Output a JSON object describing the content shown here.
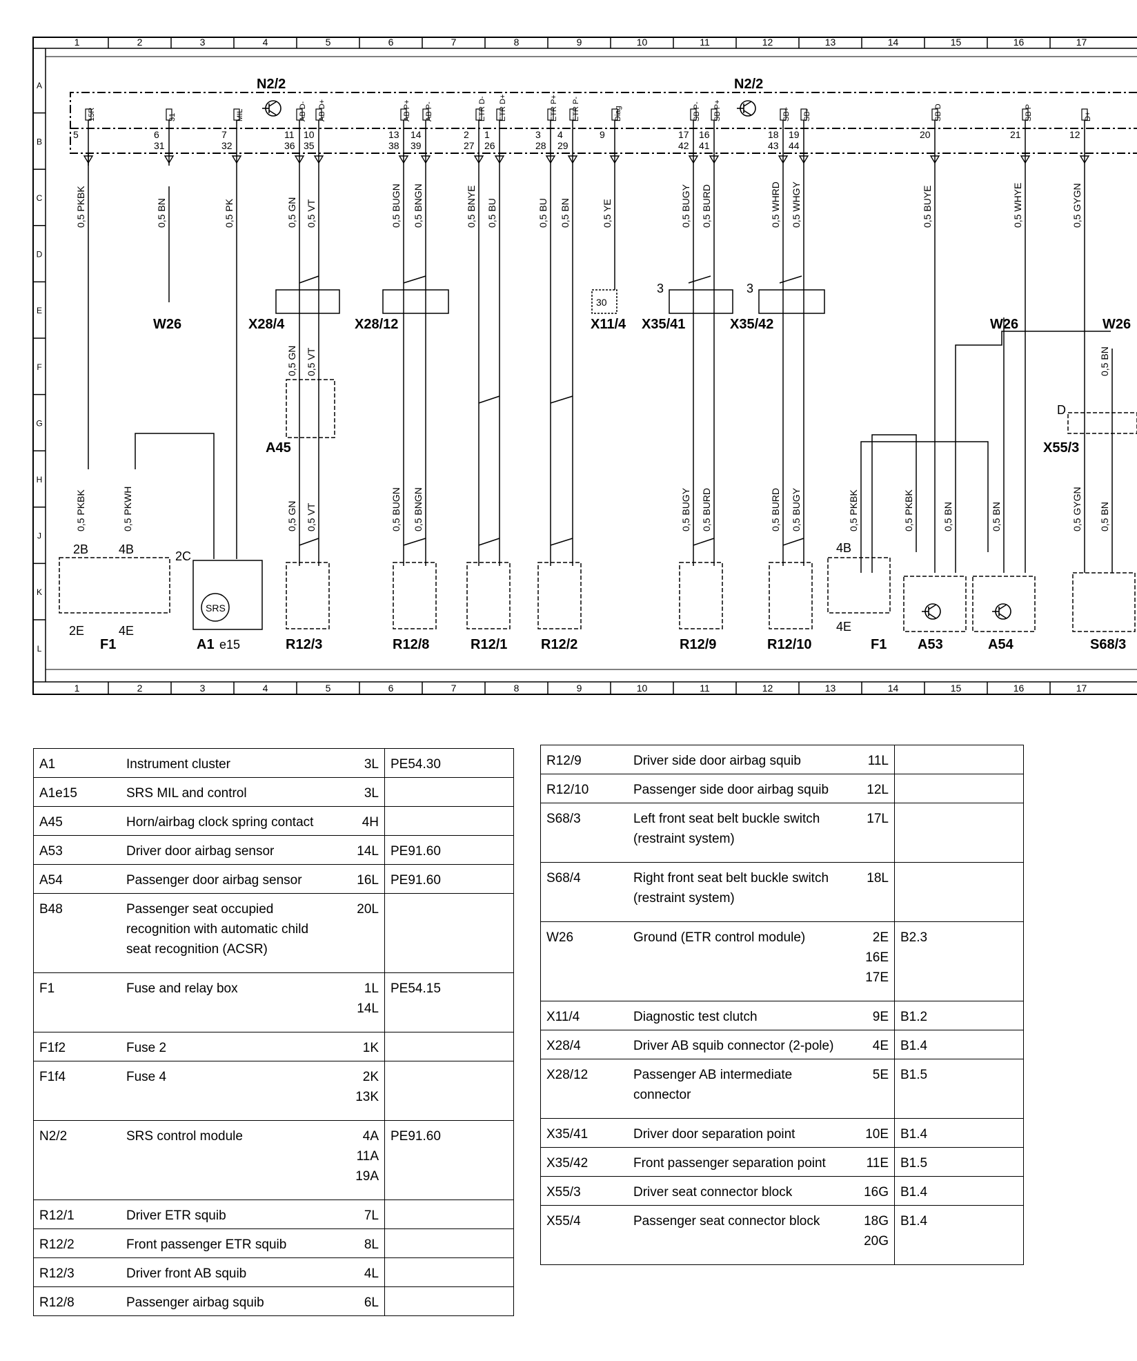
{
  "grid": {
    "columns": [
      "1",
      "2",
      "3",
      "4",
      "5",
      "6",
      "7",
      "8",
      "9",
      "10",
      "11",
      "12",
      "13",
      "14",
      "15",
      "16",
      "17"
    ],
    "rows": [
      "A",
      "B",
      "C",
      "D",
      "E",
      "F",
      "G",
      "H",
      "J",
      "K",
      "L"
    ]
  },
  "diagram": {
    "control_module_left_label": "N2/2",
    "control_module_right_label": "N2/2",
    "module_pins": [
      {
        "pin": "5",
        "label": "15R",
        "wire": "0,5 PKBK"
      },
      {
        "pin": "6",
        "sub": "31",
        "label": "31",
        "wire": "0,5 BN"
      },
      {
        "pin": "7",
        "sub": "32",
        "label": "MIL",
        "wire": "0,5 PK"
      },
      {
        "pin": "11",
        "sub": "36",
        "label": "AB D-",
        "wire": "0,5 GN"
      },
      {
        "pin": "10",
        "sub": "35",
        "label": "AB D+",
        "wire": "0,5 VT"
      },
      {
        "pin": "13",
        "sub": "38",
        "label": "AB P+",
        "wire": "0,5 BUGN"
      },
      {
        "pin": "14",
        "sub": "39",
        "label": "AB P-",
        "wire": "0,5 BNGN"
      },
      {
        "pin": "2",
        "sub": "27",
        "label": "ETR D-",
        "wire": "0,5 BNYE"
      },
      {
        "pin": "1",
        "sub": "26",
        "label": "ETR D+",
        "wire": "0,5 BU"
      },
      {
        "pin": "3",
        "sub": "28",
        "label": "ETR P+",
        "wire": "0,5 BU"
      },
      {
        "pin": "4",
        "sub": "29",
        "label": "ETR P-",
        "wire": "0,5 BN"
      },
      {
        "pin": "9",
        "label": "Diag",
        "wire": "0,5 YE"
      },
      {
        "pin": "17",
        "sub": "42",
        "label": "SB P-",
        "wire": "0,5 BUGY"
      },
      {
        "pin": "16",
        "sub": "41",
        "label": "SB P+",
        "wire": "0,5 BURD"
      },
      {
        "pin": "18",
        "sub": "43",
        "label": "SB+",
        "wire": "0,5 WHRD"
      },
      {
        "pin": "19",
        "sub": "44",
        "label": "SB-",
        "wire": "0,5 WHGY"
      },
      {
        "pin": "20",
        "label": "SB D",
        "wire": "0,5 BUYE"
      },
      {
        "pin": "21",
        "label": "SB P",
        "wire": "0,5 WHYE"
      },
      {
        "pin": "12",
        "label": "D+",
        "wire": "0,5 GYGN"
      }
    ],
    "lower_wires": [
      "0,5 PKBK",
      "0,5 PKWH",
      "0,5 GN",
      "0,5 VT",
      "0,5 BUGN",
      "0,5 BNGN",
      "0,5 BUGY",
      "0,5 BURD",
      "0,5 BURD",
      "0,5 BUGY",
      "0,5 PKBK",
      "0,5 PKBK",
      "0,5 BN",
      "0,5 BN",
      "0,5 GYGN",
      "0,5 BN"
    ],
    "mid_wires": [
      "0,5 GN",
      "0,5 VT",
      "0,5 BN"
    ],
    "connectors": {
      "w26_a": "W26",
      "x28_4": "X28/4",
      "x28_12": "X28/12",
      "x11_4": "X11/4",
      "x35_41": "X35/41",
      "x35_42": "X35/42",
      "w26_b": "W26",
      "w26_c": "W26",
      "a45": "A45",
      "x55_3": "X55/3"
    },
    "components": {
      "f1_left": "F1",
      "a1": "A1",
      "a1_e15": "e15",
      "srs": "SRS",
      "r12_3": "R12/3",
      "r12_8": "R12/8",
      "r12_1": "R12/1",
      "r12_2": "R12/2",
      "r12_9": "R12/9",
      "r12_10": "R12/10",
      "f1_right": "F1",
      "a53": "A53",
      "a54": "A54",
      "s68_3": "S68/3"
    },
    "small_labels": {
      "two_b": "2B",
      "four_b": "4B",
      "two_e": "2E",
      "four_e": "4E",
      "two_c": "2C",
      "four_b_r": "4B",
      "four_e_r": "4E",
      "d": "D",
      "three": "3",
      "thirty": "30",
      "fifteen_r": "15R"
    }
  },
  "legend_left": [
    {
      "code": "A1",
      "desc": "Instrument cluster",
      "loc": "3L",
      "ref": "PE54.30"
    },
    {
      "code": "A1e15",
      "desc": "SRS MIL and control",
      "loc": "3L",
      "ref": ""
    },
    {
      "code": "A45",
      "desc": "Horn/airbag clock spring contact",
      "loc": "4H",
      "ref": ""
    },
    {
      "code": "A53",
      "desc": "Driver door airbag sensor",
      "loc": "14L",
      "ref": "PE91.60"
    },
    {
      "code": "A54",
      "desc": "Passenger door airbag sensor",
      "loc": "16L",
      "ref": "PE91.60"
    },
    {
      "code": "B48",
      "desc": "Passenger seat occupied\nrecognition with automatic child\nseat recognition (ACSR)",
      "loc": "20L",
      "ref": ""
    },
    {
      "code": "F1",
      "desc": "Fuse and relay box",
      "loc": "1L\n14L",
      "ref": "PE54.15"
    },
    {
      "code": "F1f2",
      "desc": "Fuse 2",
      "loc": "1K",
      "ref": ""
    },
    {
      "code": "F1f4",
      "desc": "Fuse 4",
      "loc": "2K\n13K",
      "ref": ""
    },
    {
      "code": "N2/2",
      "desc": "SRS control module",
      "loc": "4A\n11A\n19A",
      "ref": "PE91.60"
    },
    {
      "code": "R12/1",
      "desc": "Driver ETR squib",
      "loc": "7L",
      "ref": ""
    },
    {
      "code": "R12/2",
      "desc": "Front passenger ETR squib",
      "loc": "8L",
      "ref": ""
    },
    {
      "code": "R12/3",
      "desc": "Driver front AB squib",
      "loc": "4L",
      "ref": ""
    },
    {
      "code": "R12/8",
      "desc": "Passenger airbag squib",
      "loc": "6L",
      "ref": ""
    }
  ],
  "legend_right": [
    {
      "code": "R12/9",
      "desc": "Driver side door airbag squib",
      "loc": "11L",
      "ref": ""
    },
    {
      "code": "R12/10",
      "desc": "Passenger side door airbag squib",
      "loc": "12L",
      "ref": ""
    },
    {
      "code": "S68/3",
      "desc": "Left front seat belt buckle switch\n(restraint system)",
      "loc": "17L",
      "ref": ""
    },
    {
      "code": "S68/4",
      "desc": "Right front seat belt buckle switch\n(restraint system)",
      "loc": "18L",
      "ref": ""
    },
    {
      "code": "W26",
      "desc": "Ground (ETR control module)",
      "loc": "2E\n16E\n17E",
      "ref": "B2.3"
    },
    {
      "code": "X11/4",
      "desc": "Diagnostic test clutch",
      "loc": "9E",
      "ref": "B1.2"
    },
    {
      "code": "X28/4",
      "desc": "Driver AB squib connector (2-pole)",
      "loc": "4E",
      "ref": "B1.4"
    },
    {
      "code": "X28/12",
      "desc": "Passenger AB intermediate\nconnector",
      "loc": "5E",
      "ref": "B1.5"
    },
    {
      "code": "X35/41",
      "desc": "Driver door separation point",
      "loc": "10E",
      "ref": "B1.4"
    },
    {
      "code": "X35/42",
      "desc": "Front passenger separation point",
      "loc": "11E",
      "ref": "B1.5"
    },
    {
      "code": "X55/3",
      "desc": "Driver seat connector block",
      "loc": "16G",
      "ref": "B1.4"
    },
    {
      "code": "X55/4",
      "desc": "Passenger seat connector block",
      "loc": "18G\n20G",
      "ref": "B1.4"
    }
  ]
}
